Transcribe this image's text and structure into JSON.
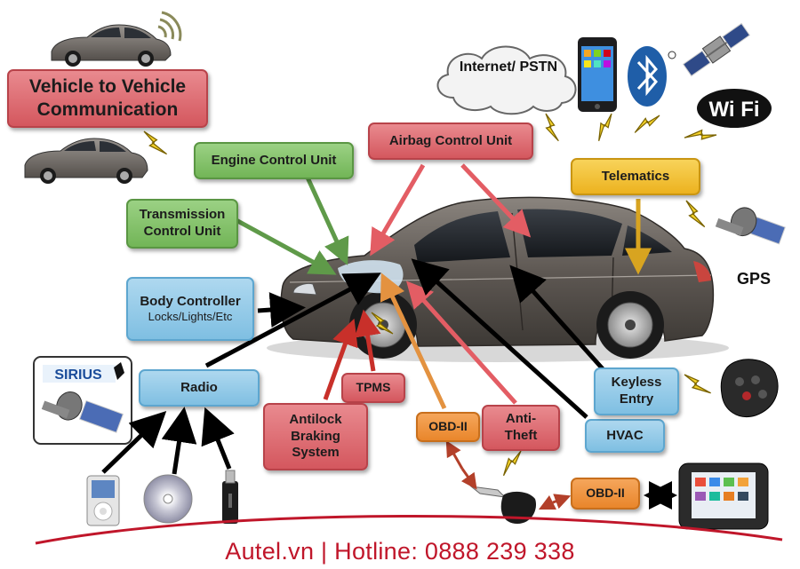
{
  "labels": {
    "v2v": "Vehicle to Vehicle Communication",
    "airbag": "Airbag Control Unit",
    "engine": "Engine Control Unit",
    "transmission": "Transmission Control Unit",
    "body_title": "Body Controller",
    "body_sub": "Locks/Lights/Etc",
    "radio": "Radio",
    "telematics": "Telematics",
    "internet": "Internet/ PSTN",
    "gps": "GPS",
    "tpms": "TPMS",
    "abs": "Antilock Braking System",
    "obd_left": "OBD-II",
    "anti_theft": "Anti- Theft",
    "hvac": "HVAC",
    "keyless": "Keyless Entry",
    "obd_right": "OBD-II",
    "sirius": "SIRIUS",
    "wifi": "Wi Fi"
  },
  "footer": "Autel.vn | Hotline: 0888 239 338",
  "colors": {
    "red_box": "#d4575e",
    "green_box": "#72b557",
    "blue_box": "#7fbfe2",
    "yellow_box": "#ecb21f",
    "orange_box": "#e9862b",
    "footer_text": "#c0162a",
    "car_body": "#5e5853"
  },
  "icons": [
    "car-icon",
    "signal-waves-icon",
    "lightning-icon",
    "cloud-icon",
    "smartphone-icon",
    "bluetooth-icon",
    "satellite-icon",
    "wifi-icon",
    "gps-antenna-icon",
    "key-fob-icon",
    "ipod-icon",
    "cd-icon",
    "usb-icon",
    "car-key-icon",
    "diagnostic-scanner-icon"
  ]
}
